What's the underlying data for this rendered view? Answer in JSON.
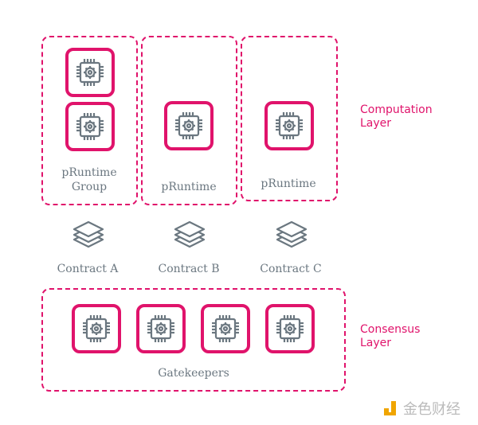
{
  "computation": {
    "layer_label": [
      "Computation",
      "Layer"
    ],
    "groups": [
      {
        "label": [
          "pRuntime",
          "Group"
        ]
      },
      {
        "label": [
          "pRuntime"
        ]
      },
      {
        "label": [
          "pRuntime"
        ]
      }
    ]
  },
  "contracts": [
    "Contract A",
    "Contract B",
    "Contract C"
  ],
  "consensus": {
    "layer_label": [
      "Consensus",
      "Layer"
    ],
    "label": "Gatekeepers"
  },
  "watermark": "金色财经",
  "colors": {
    "accent": "#e0136b",
    "icon": "#6b7780"
  }
}
